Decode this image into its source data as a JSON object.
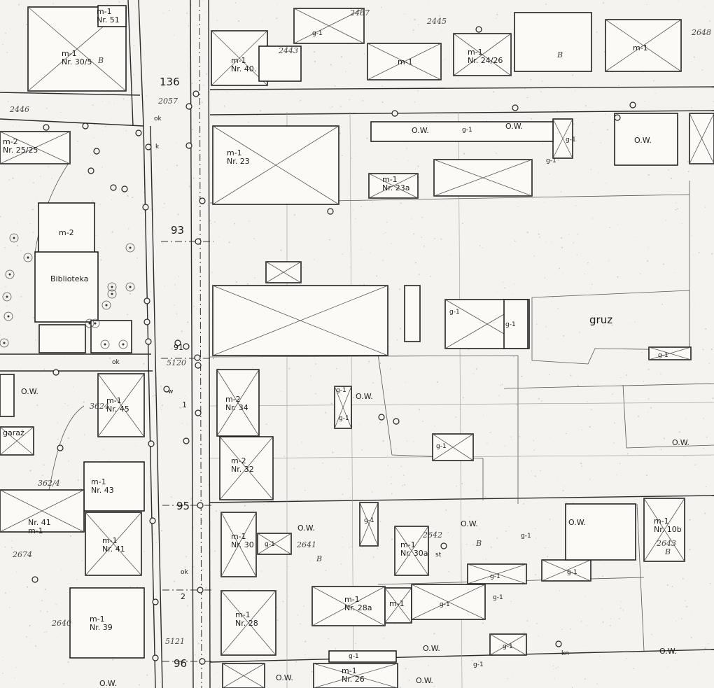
{
  "map": {
    "street_numbers": {
      "n136": "136",
      "n93": "93",
      "n95": "95",
      "n96": "96",
      "n1": "1",
      "n2": "2",
      "p2057": "2057",
      "p5121": "5121",
      "p5120": "5120",
      "n91": "91",
      "ok": "ok",
      "k": "k",
      "w": "w"
    },
    "buildings": {
      "nr51": "m-1\nNr. 51",
      "nr30_5": "m-1\nNr. 30/5",
      "nr40": "m-1\nNr. 40.",
      "m1_top": "m-1",
      "nr24_26": "m-1\nNr. 24/26",
      "top_right": "m-1",
      "nr25_25": "m-2\nNr. 25/25",
      "nr23": "m-1\nNr. 23",
      "nr23a": "m-1\nNr. 23a",
      "m2_bibl": "m-2",
      "biblioteka": "Biblioteka",
      "nr34": "m-2\nNr. 34",
      "nr32": "m-2\nNr. 32",
      "nr45": "m-1\nNr. 45",
      "nr43": "m-1\nNr. 43",
      "nr41": "m-1\nNr. 41",
      "nr41b": "Nr. 41\nm-1",
      "nr39": "m-1\nNr. 39",
      "nr30": "m-1\nNr. 30",
      "nr30a": "m-1\nNr. 30a",
      "nr28": "m-1\nNr. 28",
      "nr28a": "m-1\nNr. 28a",
      "m1_row": "m-1",
      "nr26": "m-1\nNr. 26",
      "nr10b": "m-1\nNr. 10b"
    },
    "labels": {
      "ow": "O.W.",
      "g1": "g-1",
      "gruz": "gruz",
      "garaz": "garaż",
      "b": "B",
      "kn": "kn",
      "st": "st"
    },
    "annotations": {
      "a2467": "2467",
      "a2443": "2443",
      "a2446": "2446",
      "a2445": "2445",
      "a2648": "2648",
      "a3624": "3624",
      "a3624b": "362/4",
      "a2642": "2642",
      "a2641": "2641",
      "a2643": "2643",
      "a2640": "2640",
      "a2674": "2674"
    }
  }
}
